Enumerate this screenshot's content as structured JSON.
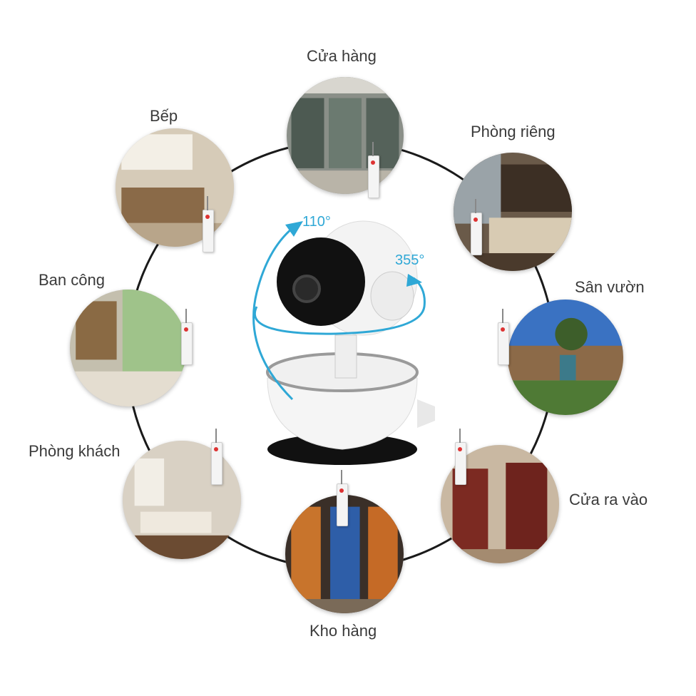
{
  "locations": [
    {
      "key": "cua-hang",
      "label": "Cửa hàng"
    },
    {
      "key": "phong-rieng",
      "label": "Phòng riêng"
    },
    {
      "key": "san-vuon",
      "label": "Sân vườn"
    },
    {
      "key": "cua-ra-vao",
      "label": "Cửa ra vào"
    },
    {
      "key": "kho-hang",
      "label": "Kho hàng"
    },
    {
      "key": "phong-khach",
      "label": "Phòng khách"
    },
    {
      "key": "ban-cong",
      "label": "Ban công"
    },
    {
      "key": "bep",
      "label": "Bếp"
    }
  ],
  "camera": {
    "tilt_angle": "110°",
    "pan_angle": "355°"
  },
  "colors": {
    "accent": "#2fa8d6",
    "ring": "#1a1a1a",
    "label": "#3a3a3a"
  }
}
